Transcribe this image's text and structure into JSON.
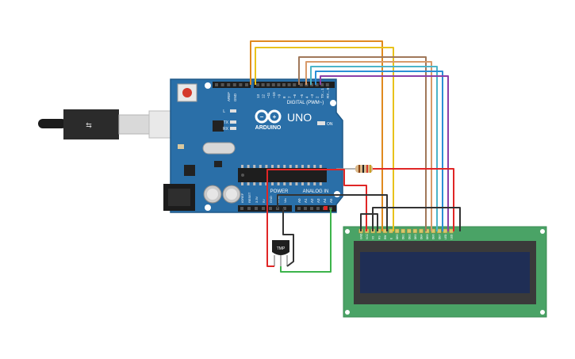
{
  "arduino": {
    "brand": "ARDUINO",
    "model": "UNO",
    "digital_label": "DIGITAL (PWM~)",
    "power_label": "POWER",
    "analog_label": "ANALOG IN",
    "led_on_label": "ON",
    "led_l_label": "L",
    "tx_label": "TX",
    "rx_label": "RX",
    "aref_label": "AREF",
    "gnd_label": "GND",
    "digital_pins": [
      "13",
      "12",
      "~11",
      "~10",
      "~9",
      "8",
      "7",
      "~6",
      "~5",
      "4",
      "~3",
      "2",
      "TX→1",
      "RX←0"
    ],
    "power_pins": [
      "IOREF",
      "RESET",
      "3.3V",
      "5V",
      "GND",
      "GND",
      "Vin"
    ],
    "analog_pins": [
      "A0",
      "A1",
      "A2",
      "A3",
      "A4",
      "A5"
    ]
  },
  "sensor": {
    "label": "TMP"
  },
  "lcd": {
    "pins": [
      "GND",
      "VCC",
      "V0",
      "RS",
      "RW",
      "E",
      "DB0",
      "DB1",
      "DB2",
      "DB3",
      "DB4",
      "DB5",
      "DB6",
      "DB7",
      "LED",
      "LED"
    ]
  },
  "colors": {
    "board": "#2a6fa8",
    "lcd_pcb": "#4aa366",
    "lcd_screen": "#1f2e55",
    "wire_orange": "#e08a1e",
    "wire_yellow": "#e8c21b",
    "wire_brown": "#a0785a",
    "wire_teal": "#4cb4c9",
    "wire_blue": "#2b8fd6",
    "wire_purple": "#8b3fa8",
    "wire_red": "#e02626",
    "wire_black": "#333333",
    "wire_green": "#3cb44b"
  }
}
